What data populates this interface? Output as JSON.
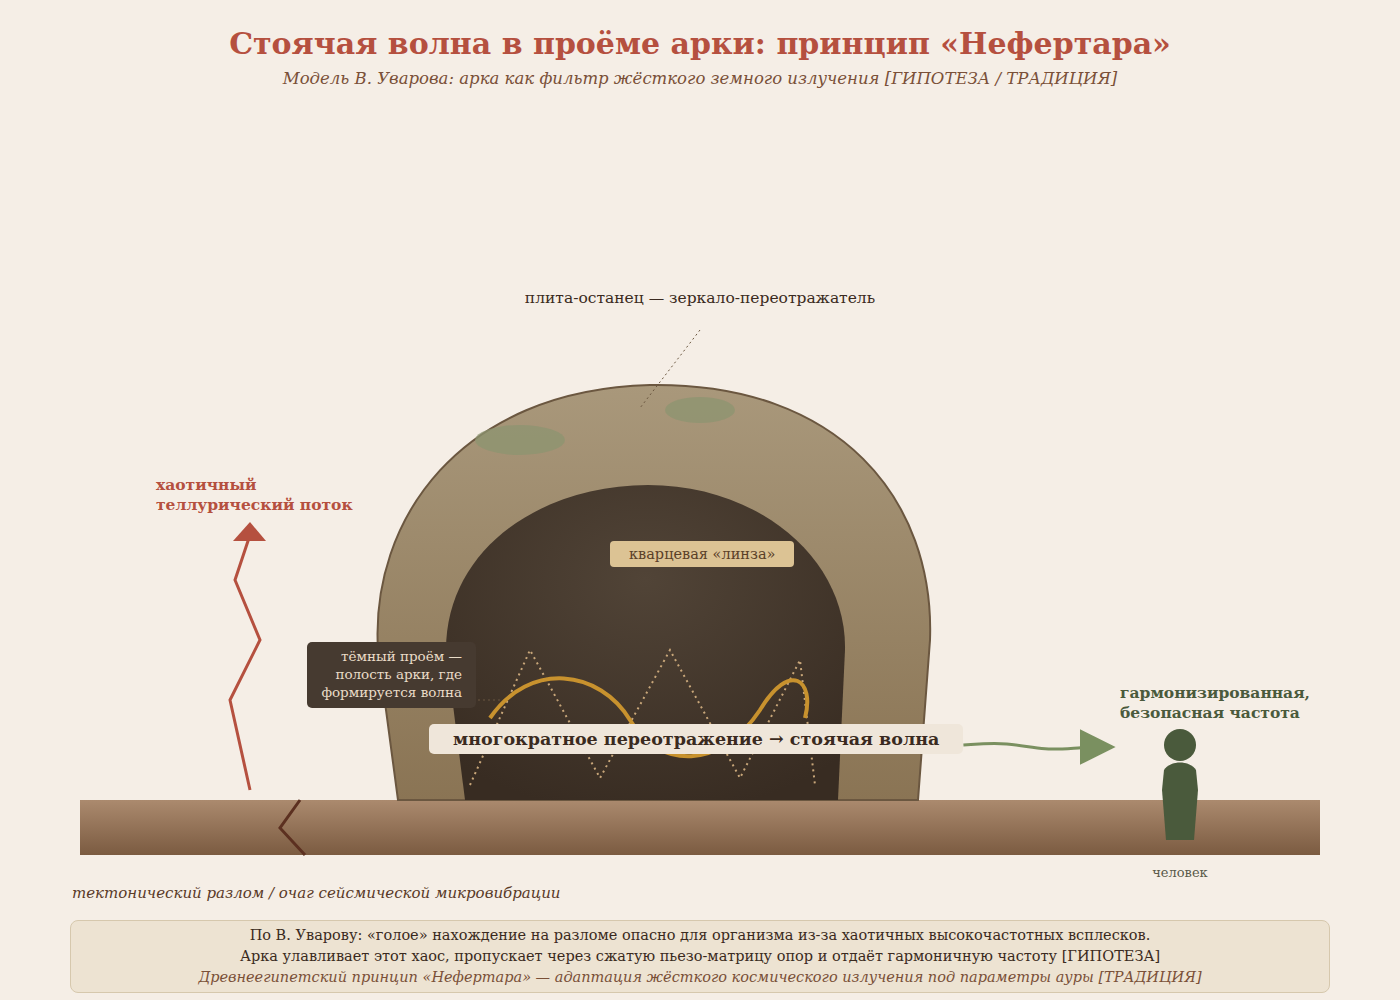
{
  "diagram": {
    "title": "Стоячая волна в проёме арки: принцип «Нефертара»",
    "nodes": [
      {
        "text": [
          "кварцевая «линза»"
        ]
      },
      {
        "text": [
          "тёмный проём — полость арки, где формируется волна"
        ]
      },
      {
        "text": [
          "многократное переотражение → стоячая волна"
        ]
      },
      {
        "text": [
          "гармонизированная, безопасная частота",
          "человек"
        ]
      },
      {
        "text": [
          "По В. Уварову: «голое» нахождение на разломе опасно для организма из-за хаотичных высокочастотных всплесков.",
          "Арка улавливает этот хаос, пропускает через сжатую пьезо-матрицу опор и отдаёт гармоничную частоту [ГИПОТЕЗА]",
          "Древнеегипетский принцип «Нефертара» — адаптация жёсткого космического излучения под параметры ауры [ТРАДИЦИЯ]"
        ]
      }
    ],
    "edges": [
      {
        "from": 2,
        "to": 3,
        "arrow": "to"
      }
    ],
    "labels": [
      "Модель В. Уварова: арка как фильтр жёсткого земного излучения [ГИПОТЕЗА / ТРАДИЦИЯ]",
      "плита-останец — зеркало-переотражатель",
      "хаотичный теллурический поток",
      "тектонический разлом / очаг сейсмической микровибрации"
    ]
  }
}
